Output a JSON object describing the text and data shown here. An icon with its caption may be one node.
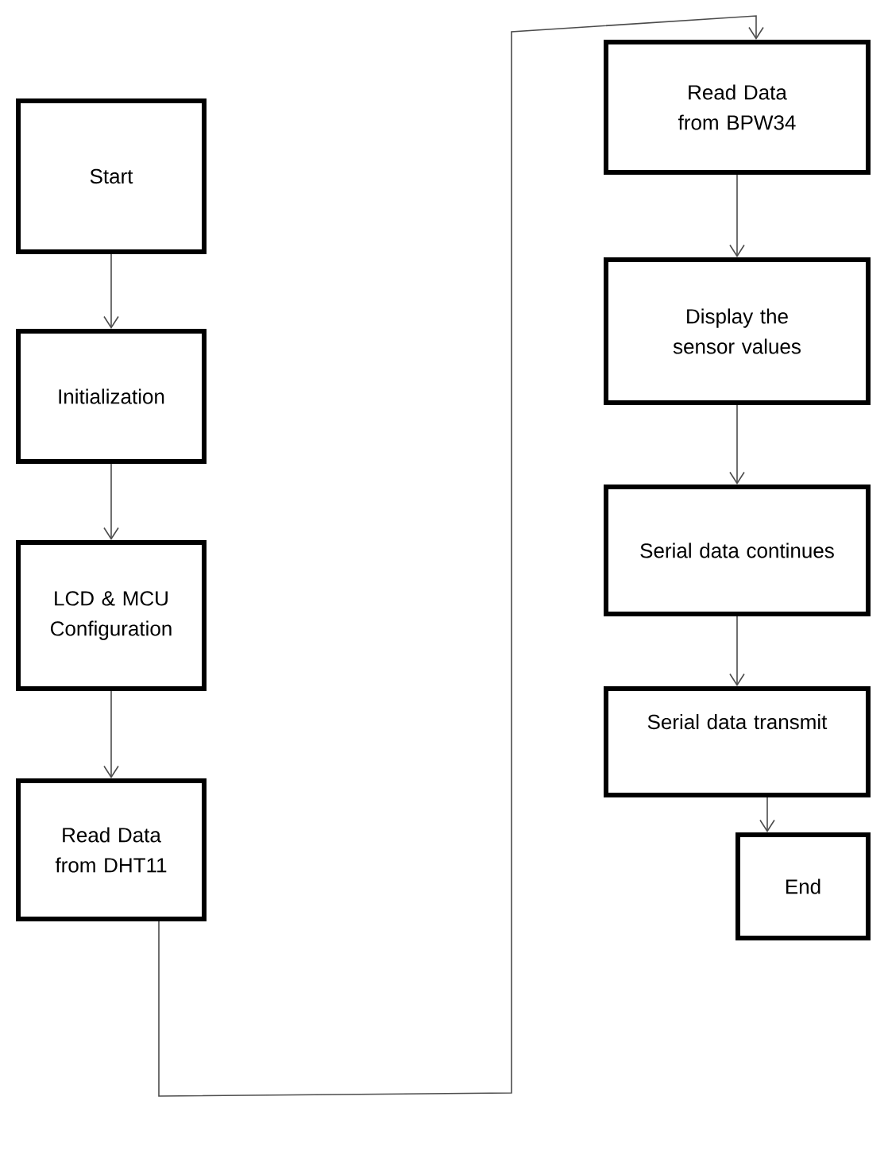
{
  "diagram": {
    "nodes": [
      {
        "text": [
          "Start"
        ]
      },
      {
        "text": [
          "Initialization"
        ]
      },
      {
        "text": [
          "LCD & MCU Configuration"
        ]
      },
      {
        "text": [
          "Read Data from DHT11"
        ]
      },
      {
        "text": [
          "Read Data from BPW34"
        ]
      },
      {
        "text": [
          "Display the sensor values"
        ]
      },
      {
        "text": [
          "Serial data continues"
        ]
      },
      {
        "text": [
          "Serial data transmit"
        ]
      },
      {
        "text": [
          "End"
        ]
      }
    ],
    "edges": [
      {
        "from": 0,
        "to": 1,
        "arrow": "to"
      },
      {
        "from": 1,
        "to": 2,
        "arrow": "to"
      },
      {
        "from": 2,
        "to": 3,
        "arrow": "to"
      },
      {
        "from": 3,
        "to": 4,
        "arrow": "to"
      },
      {
        "from": 4,
        "to": 5,
        "arrow": "to"
      },
      {
        "from": 5,
        "to": 6,
        "arrow": "to"
      },
      {
        "from": 6,
        "to": 7,
        "arrow": "to"
      },
      {
        "from": 7,
        "to": 8,
        "arrow": "to"
      }
    ]
  }
}
